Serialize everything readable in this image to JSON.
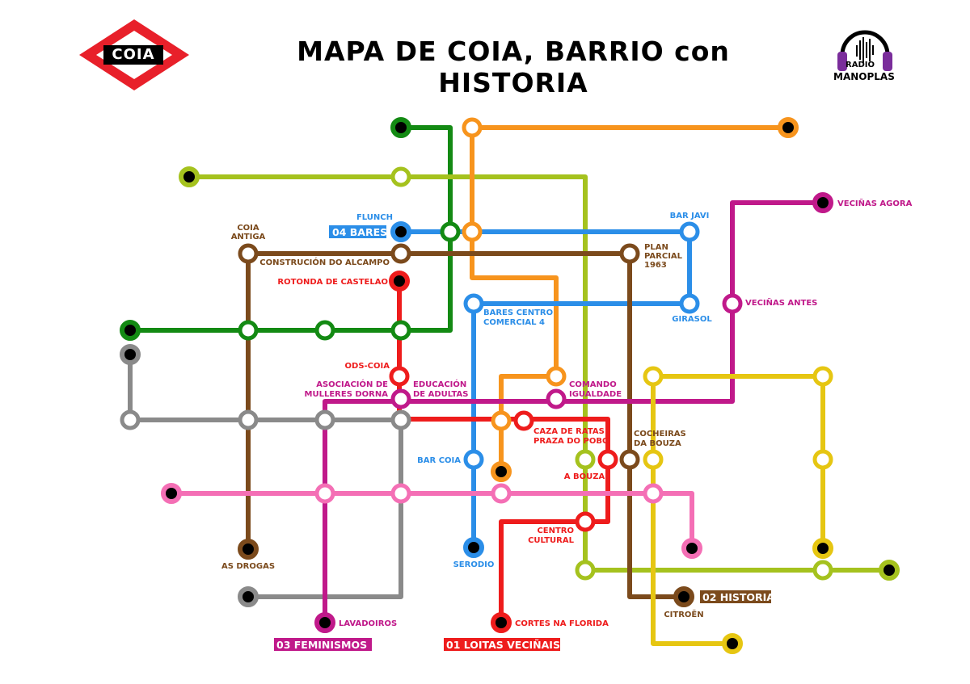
{
  "header": {
    "title": "MAPA DE COIA, BARRIO con HISTORIA",
    "logo_text": "COIA",
    "radio_top": "RADIO",
    "radio_bottom": "MANOPLAS"
  },
  "colors": {
    "green": "#138a13",
    "lime": "#a5c21e",
    "orange": "#f7941d",
    "blue": "#2b8ee8",
    "brown": "#7b4a1c",
    "red": "#ee1c1c",
    "gray": "#8a8a8a",
    "purple": "#c0198a",
    "yellow": "#e6c612",
    "pink": "#f46fb5",
    "logo_red": "#e8202a"
  },
  "lines": [
    {
      "id": "green",
      "color": "#138a13"
    },
    {
      "id": "lime",
      "color": "#a5c21e"
    },
    {
      "id": "orange",
      "color": "#f7941d"
    },
    {
      "id": "blue",
      "color": "#2b8ee8",
      "tag": "04 BARES"
    },
    {
      "id": "brown",
      "color": "#7b4a1c",
      "tag": "02 HISTORIA"
    },
    {
      "id": "red",
      "color": "#ee1c1c",
      "tag": "01 LOITAS VECIÑAIS"
    },
    {
      "id": "gray",
      "color": "#8a8a8a"
    },
    {
      "id": "purple",
      "color": "#c0198a",
      "tag": "03 FEMINISMOS"
    },
    {
      "id": "yellow",
      "color": "#e6c612"
    },
    {
      "id": "pink",
      "color": "#f46fb5"
    }
  ],
  "stations": {
    "flunch": "FLUNCH",
    "coia_antiga_1": "COIA",
    "coia_antiga_2": "ANTIGA",
    "construcion": "CONSTRUCIÓN DO ALCAMPO",
    "rotonda": "ROTONDA DE CASTELAO",
    "bar_javi": "BAR JAVI",
    "plan_1": "PLAN",
    "plan_2": "PARCIAL",
    "plan_3": "1963",
    "vecinas_agora": "VECIÑAS AGORA",
    "vecinas_antes": "VECIÑAS ANTES",
    "bares_cc_1": "BARES CENTRO",
    "bares_cc_2": "COMERCIAL 4",
    "girasol": "GIRASOL",
    "ods_coia": "ODS-COIA",
    "asoc_1": "ASOCIACIÓN DE",
    "asoc_2": "MULLERES DORNA",
    "educ_1": "EDUCACIÓN",
    "educ_2": "DE ADULTAS",
    "comando_1": "COMANDO",
    "comando_2": "IGUALDADE",
    "caza_1": "CAZA DE RATAS",
    "caza_2": "PRAZA DO POBO",
    "cocheiras_1": "COCHEIRAS",
    "cocheiras_2": "DA BOUZA",
    "bar_coia": "BAR COIA",
    "a_bouza": "A BOUZA",
    "centro_1": "CENTRO",
    "centro_2": "CULTURAL",
    "as_drogas": "AS DROGAS",
    "serodio": "SERODIO",
    "citroen": "CITROËN",
    "lavadoiros": "LAVADOIROS",
    "cortes": "CORTES NA FLORIDA"
  }
}
